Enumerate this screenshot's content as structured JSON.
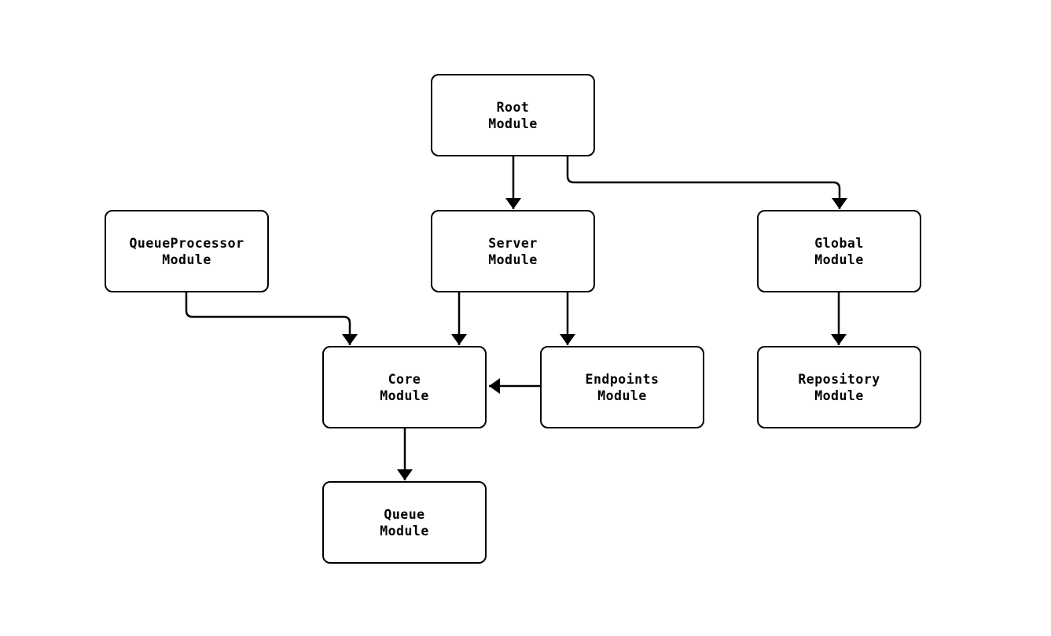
{
  "diagram": {
    "type": "module-dependency-graph",
    "colors": {
      "background": "#ffffff",
      "node_fill": "#ffffff",
      "node_border": "#000000",
      "edge_stroke": "#000000",
      "text": "#000000"
    },
    "nodes": {
      "root": {
        "label": "Root\nModule"
      },
      "server": {
        "label": "Server\nModule"
      },
      "queueprocessor": {
        "label": "QueueProcessor\nModule"
      },
      "global": {
        "label": "Global\nModule"
      },
      "core": {
        "label": "Core\nModule"
      },
      "endpoints": {
        "label": "Endpoints\nModule"
      },
      "repository": {
        "label": "Repository\nModule"
      },
      "queue": {
        "label": "Queue\nModule"
      }
    },
    "edges": [
      {
        "from": "Root Module",
        "to": "Server Module"
      },
      {
        "from": "Root Module",
        "to": "Global Module"
      },
      {
        "from": "QueueProcessor Module",
        "to": "Core Module"
      },
      {
        "from": "Server Module",
        "to": "Core Module"
      },
      {
        "from": "Server Module",
        "to": "Endpoints Module"
      },
      {
        "from": "Endpoints Module",
        "to": "Core Module"
      },
      {
        "from": "Global Module",
        "to": "Repository Module"
      },
      {
        "from": "Core Module",
        "to": "Queue Module"
      }
    ]
  }
}
